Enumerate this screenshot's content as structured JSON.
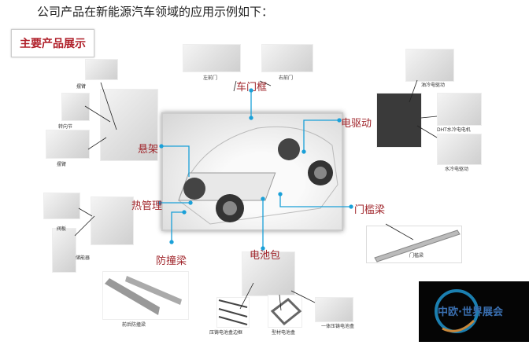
{
  "heading": "公司产品在新能源汽车领域的应用示例如下：",
  "badge": "主要产品展示",
  "categories": {
    "door_frame": "车门框",
    "e_drive": "电驱动",
    "suspension": "悬架",
    "thermal": "热管理",
    "sill_beam": "门槛梁",
    "bumper_beam": "防撞梁",
    "battery_pack": "电池包"
  },
  "parts": {
    "swing_arm_top": "摆臂",
    "knuckle": "转向节",
    "swing_arm_bottom": "摆臂",
    "left_front_door": "左前门",
    "right_front_door": "右前门",
    "oil_cooled_drive": "油冷电驱动",
    "dht_motor": "DHT水冷电电机",
    "water_cooled_drive": "水冷电驱动",
    "valve_plate": "阀板",
    "accumulator": "储能器",
    "sill_beam": "门槛梁",
    "front_rear_bumper": "前后防撞梁",
    "die_cast_frame": "压铸电池盒边框",
    "profile_box": "型材电池盒",
    "integrated_box": "一体压铸电池盒"
  },
  "watermark": "中欧·世界展会",
  "colors": {
    "accent": "#a0252b",
    "line": "#1aa0d8"
  }
}
